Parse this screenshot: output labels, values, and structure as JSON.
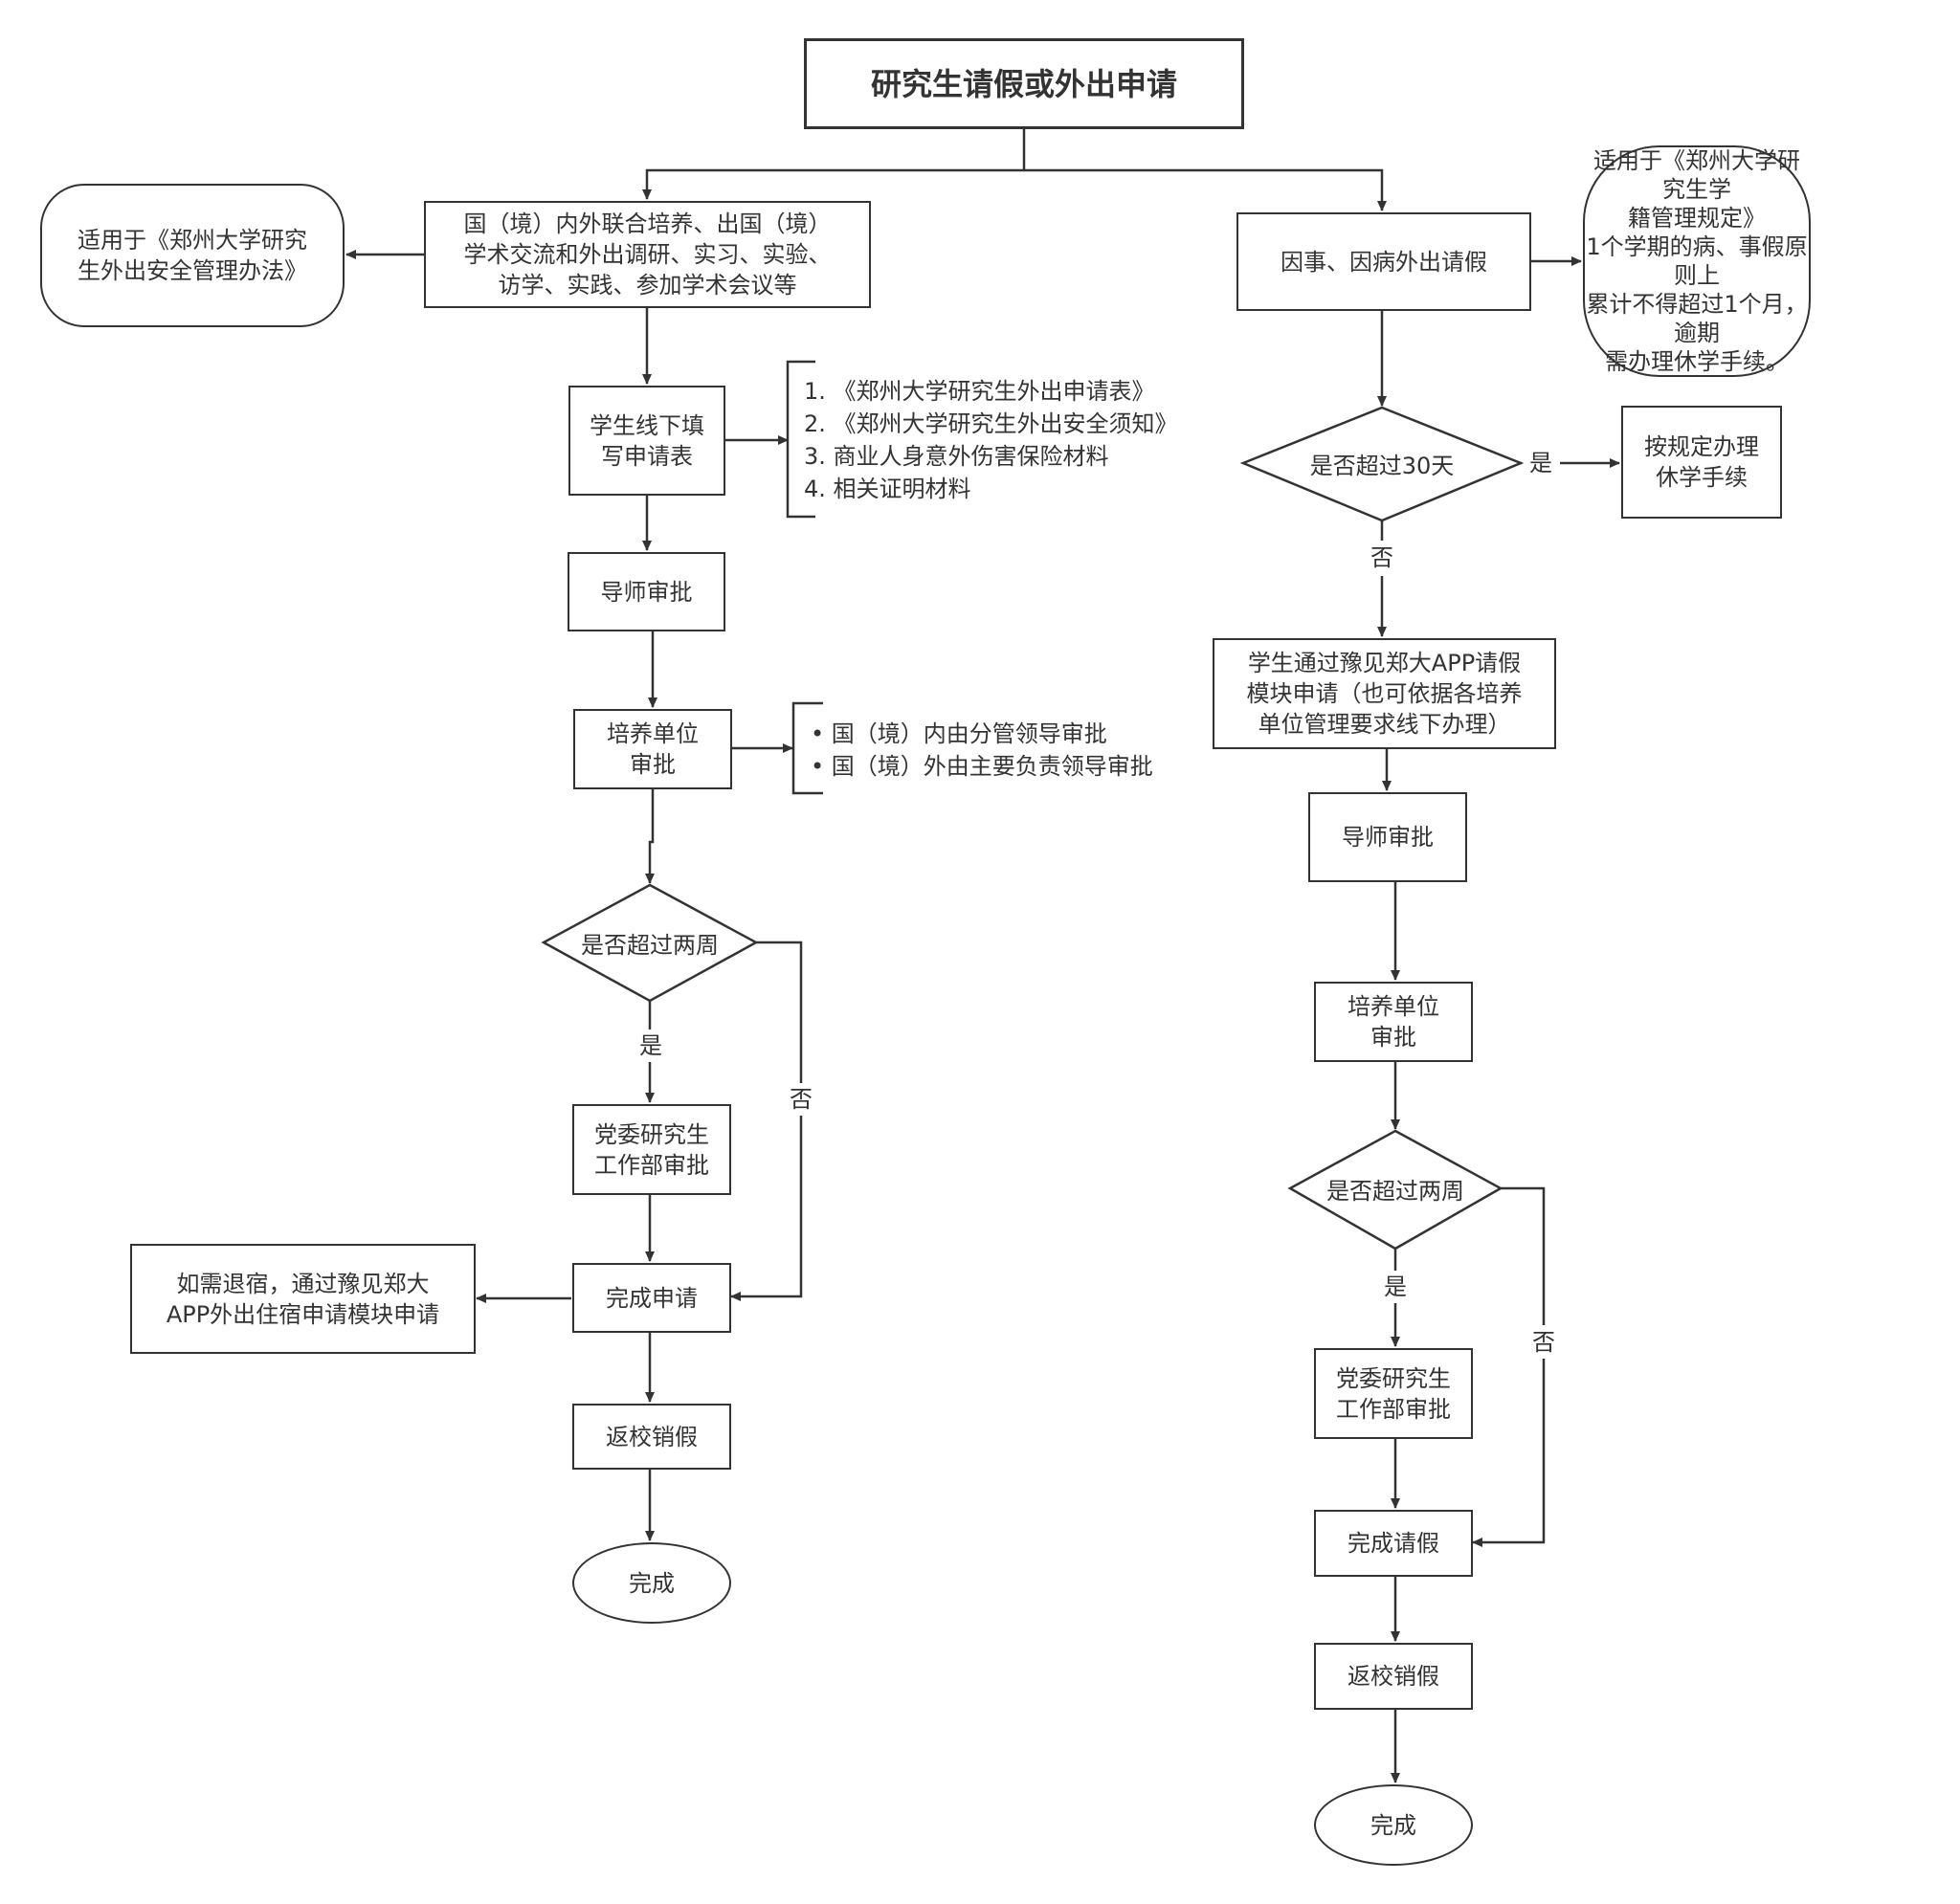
{
  "title": "研究生请假或外出申请",
  "left": {
    "category": "国（境）内外联合培养、出国（境）\n学术交流和外出调研、实习、实验、\n访学、实践、参加学术会议等",
    "applies": "适用于《郑州大学研究\n生外出安全管理办法》",
    "fill_form": "学生线下填\n写申请表",
    "materials": [
      "1. 《郑州大学研究生外出申请表》",
      "2. 《郑州大学研究生外出安全须知》",
      "3. 商业人身意外伤害保险材料",
      "4. 相关证明材料"
    ],
    "tutor": "导师审批",
    "unit": "培养单位\n审批",
    "unit_notes": [
      "• 国（境）内由分管领导审批",
      "• 国（境）外由主要负责领导审批"
    ],
    "decision": "是否超过两周",
    "yes": "是",
    "no": "否",
    "party": "党委研究生\n工作部审批",
    "complete": "完成申请",
    "dorm": "如需退宿，通过豫见郑大\nAPP外出住宿申请模块申请",
    "return": "返校销假",
    "done": "完成"
  },
  "right": {
    "category": "因事、因病外出请假",
    "applies": "适用于《郑州大学研究生学\n籍管理规定》\n1个学期的病、事假原则上\n累计不得超过1个月，逾期\n需办理休学手续。",
    "decision30": "是否超过30天",
    "yes30": "是",
    "suspend": "按规定办理\n休学手续",
    "no30": "否",
    "app": "学生通过豫见郑大APP请假\n模块申请（也可依据各培养\n单位管理要求线下办理）",
    "tutor": "导师审批",
    "unit": "培养单位\n审批",
    "decision": "是否超过两周",
    "yes": "是",
    "no": "否",
    "party": "党委研究生\n工作部审批",
    "complete": "完成请假",
    "return": "返校销假",
    "done": "完成"
  }
}
